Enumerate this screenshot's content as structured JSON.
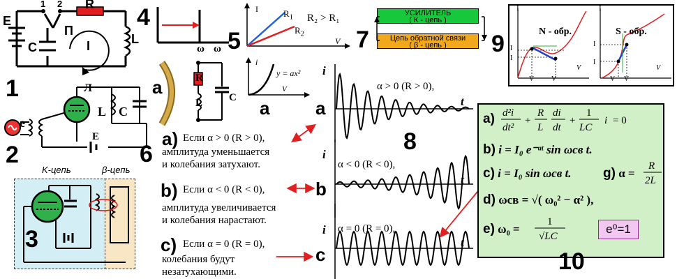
{
  "numbers": [
    "1",
    "2",
    "3",
    "4",
    "5",
    "6",
    "7",
    "8",
    "9",
    "10"
  ],
  "circuit1": {
    "e": "E",
    "c": "C",
    "l": "L",
    "r": "R",
    "p": "П",
    "i": "I",
    "sw1": "1",
    "sw2": "2"
  },
  "circuit2": {
    "e": "e",
    "lamp": "Л",
    "l": "L",
    "c": "C",
    "eb": "E"
  },
  "circuit3": {
    "k": "K-цепь",
    "b": "β-цепь"
  },
  "panel4": {
    "omega": "ω",
    "omega2": "ω",
    "a": "a",
    "r": "R",
    "l": "L",
    "c": "C"
  },
  "panel5": {
    "i": "I",
    "r1": "R",
    "r1s": "1",
    "r2": "R",
    "r2s": "2",
    "rel": "R₂ > R₁",
    "v": "V",
    "i2": "i",
    "eq": "y = ax²",
    "v2": "V",
    "a": "a"
  },
  "panel7": {
    "amp_line1": "УСИЛИТЕЛЬ",
    "amp_line2": "( К - цепь )",
    "fb_line1": "Цепь обратной связи",
    "fb_line2": "( β - цепь )"
  },
  "panel9": {
    "left_title": "N - обр.",
    "right_title": "S - обр.",
    "i": "I",
    "v": "V",
    "i1": "I",
    "i2": "I",
    "v1": "V",
    "v2": "V"
  },
  "oscillations": [
    {
      "letter": "a",
      "cond": "α > 0 (R > 0),",
      "axis_i": "i",
      "axis_t": "t"
    },
    {
      "letter": "b",
      "cond": "α < 0 (R < 0),",
      "axis_i": "i",
      "axis_t": "t"
    },
    {
      "letter": "c",
      "cond": "α = 0 (R = 0),",
      "axis_i": "i",
      "axis_t": "t"
    }
  ],
  "text6": {
    "a_head": "Если  α > 0  (R > 0),",
    "a_l1": "амплитуда уменьшается",
    "a_l2": "и колебания затухают.",
    "b_head": "Если   α < 0  (R < 0),",
    "b_l1": "амплитуда увеличивается",
    "b_l2": "и колебания нарастают.",
    "c_head": "Если  α = 0  (R = 0),",
    "c_l1": "колебания будут",
    "c_l2": "незатухающими."
  },
  "formulas": {
    "a": "a)",
    "b": "b)",
    "c": "c)",
    "d": "d)",
    "e": "e)",
    "g": "g)",
    "fb": "i = I₀ e⁻ᵅᵗ sin ωсв t.",
    "fc": "i = I₀ sin ωсв t.",
    "fg": "α =",
    "fd": "ωсв = √( ω₀² − α² ),",
    "fe": "ω₀ =",
    "e0": "e⁰=1"
  }
}
